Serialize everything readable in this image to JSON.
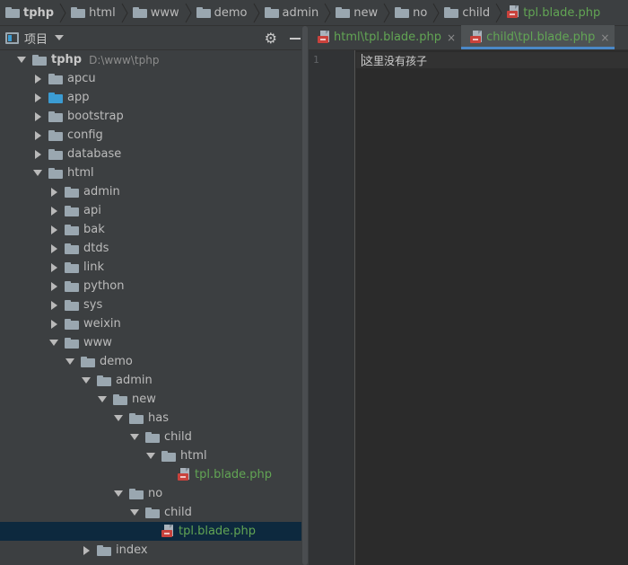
{
  "breadcrumb": [
    {
      "label": "tphp",
      "type": "folder",
      "bold": true
    },
    {
      "label": "html",
      "type": "folder"
    },
    {
      "label": "www",
      "type": "folder"
    },
    {
      "label": "demo",
      "type": "folder"
    },
    {
      "label": "admin",
      "type": "folder"
    },
    {
      "label": "new",
      "type": "folder"
    },
    {
      "label": "no",
      "type": "folder"
    },
    {
      "label": "child",
      "type": "folder"
    },
    {
      "label": "tpl.blade.php",
      "type": "blade"
    }
  ],
  "panel": {
    "title": "项目"
  },
  "tree": [
    {
      "label": "tphp",
      "path": "D:\\www\\tphp",
      "depth": 0,
      "arrow": "expanded",
      "icon": "folder",
      "bold": true
    },
    {
      "label": "apcu",
      "depth": 1,
      "arrow": "collapsed",
      "icon": "folder"
    },
    {
      "label": "app",
      "depth": 1,
      "arrow": "collapsed",
      "icon": "folder-blue"
    },
    {
      "label": "bootstrap",
      "depth": 1,
      "arrow": "collapsed",
      "icon": "folder"
    },
    {
      "label": "config",
      "depth": 1,
      "arrow": "collapsed",
      "icon": "folder"
    },
    {
      "label": "database",
      "depth": 1,
      "arrow": "collapsed",
      "icon": "folder"
    },
    {
      "label": "html",
      "depth": 1,
      "arrow": "expanded",
      "icon": "folder"
    },
    {
      "label": "admin",
      "depth": 2,
      "arrow": "collapsed",
      "icon": "folder"
    },
    {
      "label": "api",
      "depth": 2,
      "arrow": "collapsed",
      "icon": "folder"
    },
    {
      "label": "bak",
      "depth": 2,
      "arrow": "collapsed",
      "icon": "folder"
    },
    {
      "label": "dtds",
      "depth": 2,
      "arrow": "collapsed",
      "icon": "folder"
    },
    {
      "label": "link",
      "depth": 2,
      "arrow": "collapsed",
      "icon": "folder"
    },
    {
      "label": "python",
      "depth": 2,
      "arrow": "collapsed",
      "icon": "folder"
    },
    {
      "label": "sys",
      "depth": 2,
      "arrow": "collapsed",
      "icon": "folder"
    },
    {
      "label": "weixin",
      "depth": 2,
      "arrow": "collapsed",
      "icon": "folder"
    },
    {
      "label": "www",
      "depth": 2,
      "arrow": "expanded",
      "icon": "folder"
    },
    {
      "label": "demo",
      "depth": 3,
      "arrow": "expanded",
      "icon": "folder"
    },
    {
      "label": "admin",
      "depth": 4,
      "arrow": "expanded",
      "icon": "folder"
    },
    {
      "label": "new",
      "depth": 5,
      "arrow": "expanded",
      "icon": "folder"
    },
    {
      "label": "has",
      "depth": 6,
      "arrow": "expanded",
      "icon": "folder"
    },
    {
      "label": "child",
      "depth": 7,
      "arrow": "expanded",
      "icon": "folder"
    },
    {
      "label": "html",
      "depth": 8,
      "arrow": "expanded",
      "icon": "folder"
    },
    {
      "label": "tpl.blade.php",
      "depth": 9,
      "arrow": "none",
      "icon": "blade"
    },
    {
      "label": "no",
      "depth": 6,
      "arrow": "expanded",
      "icon": "folder"
    },
    {
      "label": "child",
      "depth": 7,
      "arrow": "expanded",
      "icon": "folder"
    },
    {
      "label": "tpl.blade.php",
      "depth": 8,
      "arrow": "none",
      "icon": "blade",
      "selected": true
    },
    {
      "label": "index",
      "depth": 4,
      "arrow": "collapsed",
      "icon": "folder"
    }
  ],
  "tabs": [
    {
      "label": "html\\tpl.blade.php",
      "close": "×",
      "active": false
    },
    {
      "label": "child\\tpl.blade.php",
      "close": "×",
      "active": true
    }
  ],
  "editor": {
    "line_number": "1",
    "code_line": "这里没有孩子"
  },
  "icons": {
    "gear": "⚙"
  },
  "colors": {
    "file_green": "#62a554",
    "selection": "#0d293e",
    "tab_accent": "#4a88c7"
  }
}
